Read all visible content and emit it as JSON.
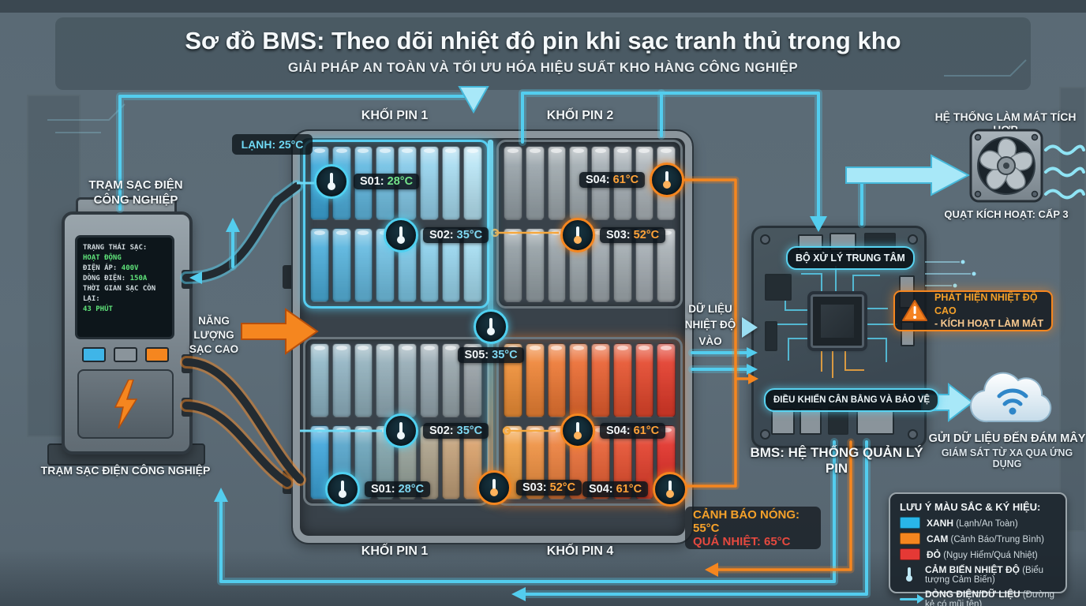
{
  "title": {
    "main": "Sơ đồ BMS: Theo dõi nhiệt độ pin khi sạc tranh thủ trong kho",
    "sub": "GIẢI PHÁP AN TOÀN VÀ TỐI ƯU HÓA HIỆU SUẤT KHO HÀNG CÔNG NGHIỆP"
  },
  "station": {
    "top_label_1": "TRẠM SẠC ĐIỆN",
    "top_label_2": "CÔNG NGHIỆP",
    "bottom_label": "TRẠM SẠC ĐIỆN CÔNG NGHIỆP",
    "screen": {
      "status_label": "TRẠNG THÁI SẠC:",
      "status_value": "HOẠT ĐỘNG",
      "voltage_label": "ĐIỆN ÁP:",
      "voltage_value": "400V",
      "current_label": "DÒNG ĐIỆN:",
      "current_value": "150A",
      "time_label": "THỜI GIAN SẠC CÒN LẠI:",
      "time_value": "43 PHÚT"
    }
  },
  "energy_arrow": {
    "line1": "NĂNG LƯỢNG",
    "line2": "SẠC CAO"
  },
  "pack": {
    "cold_badge": "LẠNH: 25°C",
    "top_left_label": "KHỐI PIN 1",
    "top_right_label": "KHỐI PIN 2",
    "bottom_left_label": "KHỐI PIN 1",
    "bottom_right_label": "KHỐI PIN 4"
  },
  "sensors": [
    {
      "id": "S01:",
      "temp": "28°C"
    },
    {
      "id": "S04:",
      "temp": "61°C"
    },
    {
      "id": "S02:",
      "temp": "35°C"
    },
    {
      "id": "S03:",
      "temp": "52°C"
    },
    {
      "id": "S05:",
      "temp": "35°C"
    },
    {
      "id": "S02:",
      "temp": "35°C"
    },
    {
      "id": "S04:",
      "temp": "61°C"
    },
    {
      "id": "S01:",
      "temp": "28°C"
    },
    {
      "id": "S03:",
      "temp": "52°C"
    },
    {
      "id": "S04:",
      "temp": "61°C"
    }
  ],
  "bms": {
    "data_in_1": "DỮ LIỆU",
    "data_in_2": "NHIỆT ĐỘ",
    "data_in_3": "VÀO",
    "cpu_label": "BỘ XỬ LÝ TRUNG TÂM",
    "control_label": "ĐIỀU KHIỂN CÂN BẰNG VÀ BẢO VỆ",
    "caption": "BMS: HỆ THỐNG QUẢN LÝ PIN"
  },
  "cooling": {
    "title": "HỆ THỐNG LÀM MÁT TÍCH HỢP",
    "fan_label": "QUẠT KÍCH HOẠT: CẤP 3"
  },
  "alert": {
    "line1": "PHÁT HIỆN NHIỆT ĐỘ CAO",
    "line2": "- KÍCH HOẠT LÀM MÁT"
  },
  "cloud": {
    "line1": "GỬI DỮ LIỆU ĐẾN ĐÁM MÂY",
    "line2": "GIÁM SÁT TỪ XA QUA ỨNG DỤNG"
  },
  "warning": {
    "line1": "CẢNH BÁO NÓNG: 55°C",
    "line2": "QUÁ NHIỆT: 65°C"
  },
  "legend": {
    "title": "LƯU Ý MÀU SẮC & KÝ HIỆU:",
    "items": [
      {
        "name": "XANH",
        "desc": "(Lạnh/An Toàn)"
      },
      {
        "name": "CAM",
        "desc": "(Cảnh Báo/Trung Bình)"
      },
      {
        "name": "ĐỎ",
        "desc": "(Nguy Hiểm/Quá Nhiệt)"
      },
      {
        "name": "CẢM BIẾN NHIỆT ĐỘ",
        "desc": "(Biểu tượng Cảm Biến)"
      },
      {
        "name": "DÒNG ĐIỆN/DỮ LIỆU",
        "desc": "(Đường kẻ có mũi tên)"
      }
    ]
  },
  "colors": {
    "cyan": "#53cdee",
    "blue": "#29b6e8",
    "orange": "#f5861f",
    "red": "#e53935",
    "green": "#74e58b"
  }
}
